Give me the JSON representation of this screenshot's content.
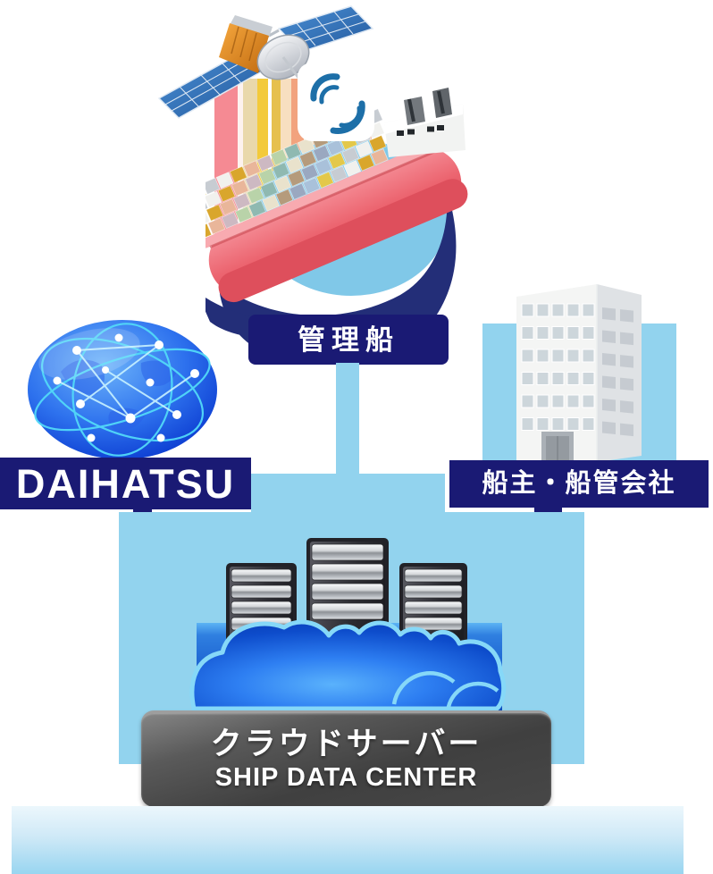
{
  "nodes": {
    "managed_ship": {
      "label": "管理船",
      "icon": "container-ship-icon"
    },
    "daihatsu": {
      "label": "DAIHATSU",
      "icon": "network-globe-icon"
    },
    "ship_owner": {
      "label": "船主・船管会社",
      "icon": "office-building-icon"
    },
    "cloud_server": {
      "label_jp": "クラウドサーバー",
      "label_en": "SHIP DATA CENTER",
      "icon": "cloud-servers-icon"
    },
    "satellite": {
      "icon": "communication-satellite-icon"
    },
    "signal": {
      "icon": "wireless-signal-icon"
    }
  },
  "colors": {
    "label_navy": "#1a1a74",
    "connector_blue": "#92d3ee",
    "ship_halo_blue": "#80c8e8",
    "ship_shadow_navy": "#232e78",
    "hull_red": "#ec6570",
    "cloud_outline": "#86d8f8",
    "cloud_blue_bright": "#5ab2fc",
    "cloud_blue_dark": "#0a3fb8",
    "server_backdrop_blue": "#1659cc",
    "plate_gray": "#474747",
    "bottom_bar_top": "#ecf7fc",
    "bottom_bar_bottom": "#98d5f0",
    "globe_blue": "#1b55e0",
    "container_palette": [
      "#d9a62c",
      "#e9e2cc",
      "#c7ccd2",
      "#b9d3a9",
      "#a9c1da",
      "#e9b69a",
      "#b59b7c",
      "#f1f1ee",
      "#8fb9b1",
      "#e3c84a",
      "#cdb9c2",
      "#9aa8c0"
    ],
    "beam_stripes": [
      {
        "c": "#f58a93",
        "w": 26
      },
      {
        "c": "#fdf2ef",
        "w": 6
      },
      {
        "c": "#e9d8ab",
        "w": 16
      },
      {
        "c": "#f3ca3a",
        "w": 12
      },
      {
        "c": "#ffffff",
        "w": 4
      },
      {
        "c": "#e6c04e",
        "w": 10
      },
      {
        "c": "#f7dfc0",
        "w": 12
      },
      {
        "c": "#f2a37e",
        "w": 14
      },
      {
        "c": "#efe6cd",
        "w": 10
      },
      {
        "c": "#f5d4b0",
        "w": 12
      },
      {
        "c": "#e8b84a",
        "w": 8
      },
      {
        "c": "#f3efe2",
        "w": 16
      },
      {
        "c": "#e3c87e",
        "w": 14
      },
      {
        "c": "#f0b8a0",
        "w": 16
      }
    ]
  }
}
